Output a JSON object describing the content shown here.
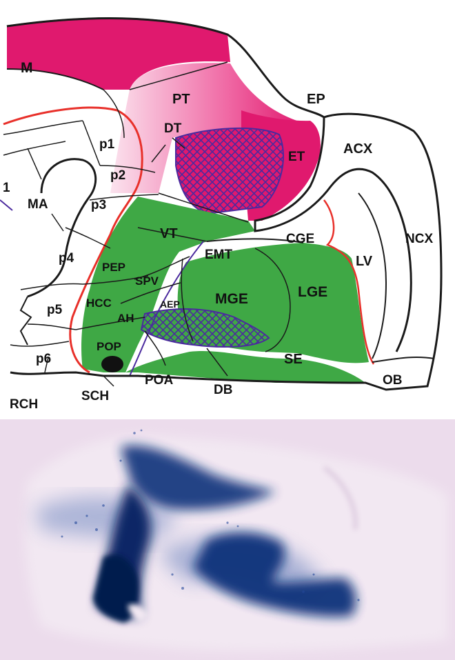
{
  "figure": {
    "colors": {
      "pink": "#e0196e",
      "pink_light": "#f7bcd6",
      "green": "#3fa845",
      "red_border": "#e8302a",
      "purple": "#4b2a9e",
      "outline": "#1a1a1a",
      "photo_bg": "#ecdcec",
      "stain_blue": "#10317a"
    },
    "labels": {
      "M": "M",
      "PT": "PT",
      "EP": "EP",
      "DT": "DT",
      "ET": "ET",
      "ACX": "ACX",
      "p1": "p1",
      "p2": "p2",
      "p3": "p3",
      "p4": "p4",
      "p5": "p5",
      "p6": "p6",
      "MA": "MA",
      "VT": "VT",
      "CGE": "CGE",
      "NCX": "NCX",
      "EMT": "EMT",
      "LV": "LV",
      "PEP": "PEP",
      "SPV": "SPV",
      "MGE": "MGE",
      "LGE": "LGE",
      "HCC": "HCC",
      "AEP": "AEP",
      "AH": "AH",
      "POP": "POP",
      "SE": "SE",
      "OB": "OB",
      "POA": "POA",
      "DB": "DB",
      "SCH": "SCH",
      "RCH": "RCH",
      "edge_partial": "1"
    }
  }
}
